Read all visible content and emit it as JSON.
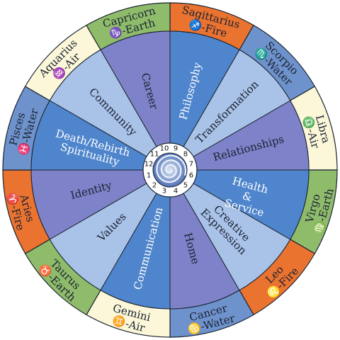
{
  "colors": {
    "fire": "#ea7330",
    "earth": "#8fbc6b",
    "air": "#fbf7d8",
    "water": "#6e93cc",
    "house_light": "#a9c3e8",
    "house_mid": "#7e82c8",
    "house_blue": "#4f85cc",
    "ring_stroke": "#1c2430",
    "center_swirl": "#5a74b8"
  },
  "signs": [
    {
      "name": "Sagittarius",
      "element": "♐-Fire",
      "type": "fire"
    },
    {
      "name": "Scorpio",
      "element": "♏-Water",
      "type": "water"
    },
    {
      "name": "Libra",
      "element": "♎-Air",
      "type": "air"
    },
    {
      "name": "Virgo",
      "element": "♍-Earth",
      "type": "earth"
    },
    {
      "name": "Leo",
      "element": "♌-Fire",
      "type": "fire"
    },
    {
      "name": "Cancer",
      "element": "♋-Water",
      "type": "water"
    },
    {
      "name": "Gemini",
      "element": "♊-Air",
      "type": "air"
    },
    {
      "name": "Taurus",
      "element": "♉-Earth",
      "type": "earth"
    },
    {
      "name": "Aries",
      "element": "♈-Fire",
      "type": "fire"
    },
    {
      "name": "Pisces",
      "element": "♓-Water",
      "type": "water"
    },
    {
      "name": "Aquarius",
      "element": "♒-Air",
      "type": "air"
    },
    {
      "name": "Capricorn",
      "element": "♑-Earth",
      "type": "earth"
    }
  ],
  "houses": [
    {
      "number": "1",
      "label": "Identity",
      "shade": "house_mid"
    },
    {
      "number": "2",
      "label": "Values",
      "shade": "house_light"
    },
    {
      "number": "3",
      "label": "Communication",
      "shade": "house_blue"
    },
    {
      "number": "4",
      "label": "Home",
      "shade": "house_mid"
    },
    {
      "number": "5",
      "label": "Creative Expression",
      "shade": "house_light"
    },
    {
      "number": "6",
      "label": "Health & Service",
      "shade": "house_blue"
    },
    {
      "number": "7",
      "label": "Relationships",
      "shade": "house_mid"
    },
    {
      "number": "8",
      "label": "Transformation",
      "shade": "house_light"
    },
    {
      "number": "9",
      "label": "Philosophy",
      "shade": "house_blue"
    },
    {
      "number": "10",
      "label": "Career",
      "shade": "house_mid"
    },
    {
      "number": "11",
      "label": "Community",
      "shade": "house_light"
    },
    {
      "number": "12",
      "label": "Death/Rebirth Spirituality",
      "shade": "house_blue"
    }
  ]
}
